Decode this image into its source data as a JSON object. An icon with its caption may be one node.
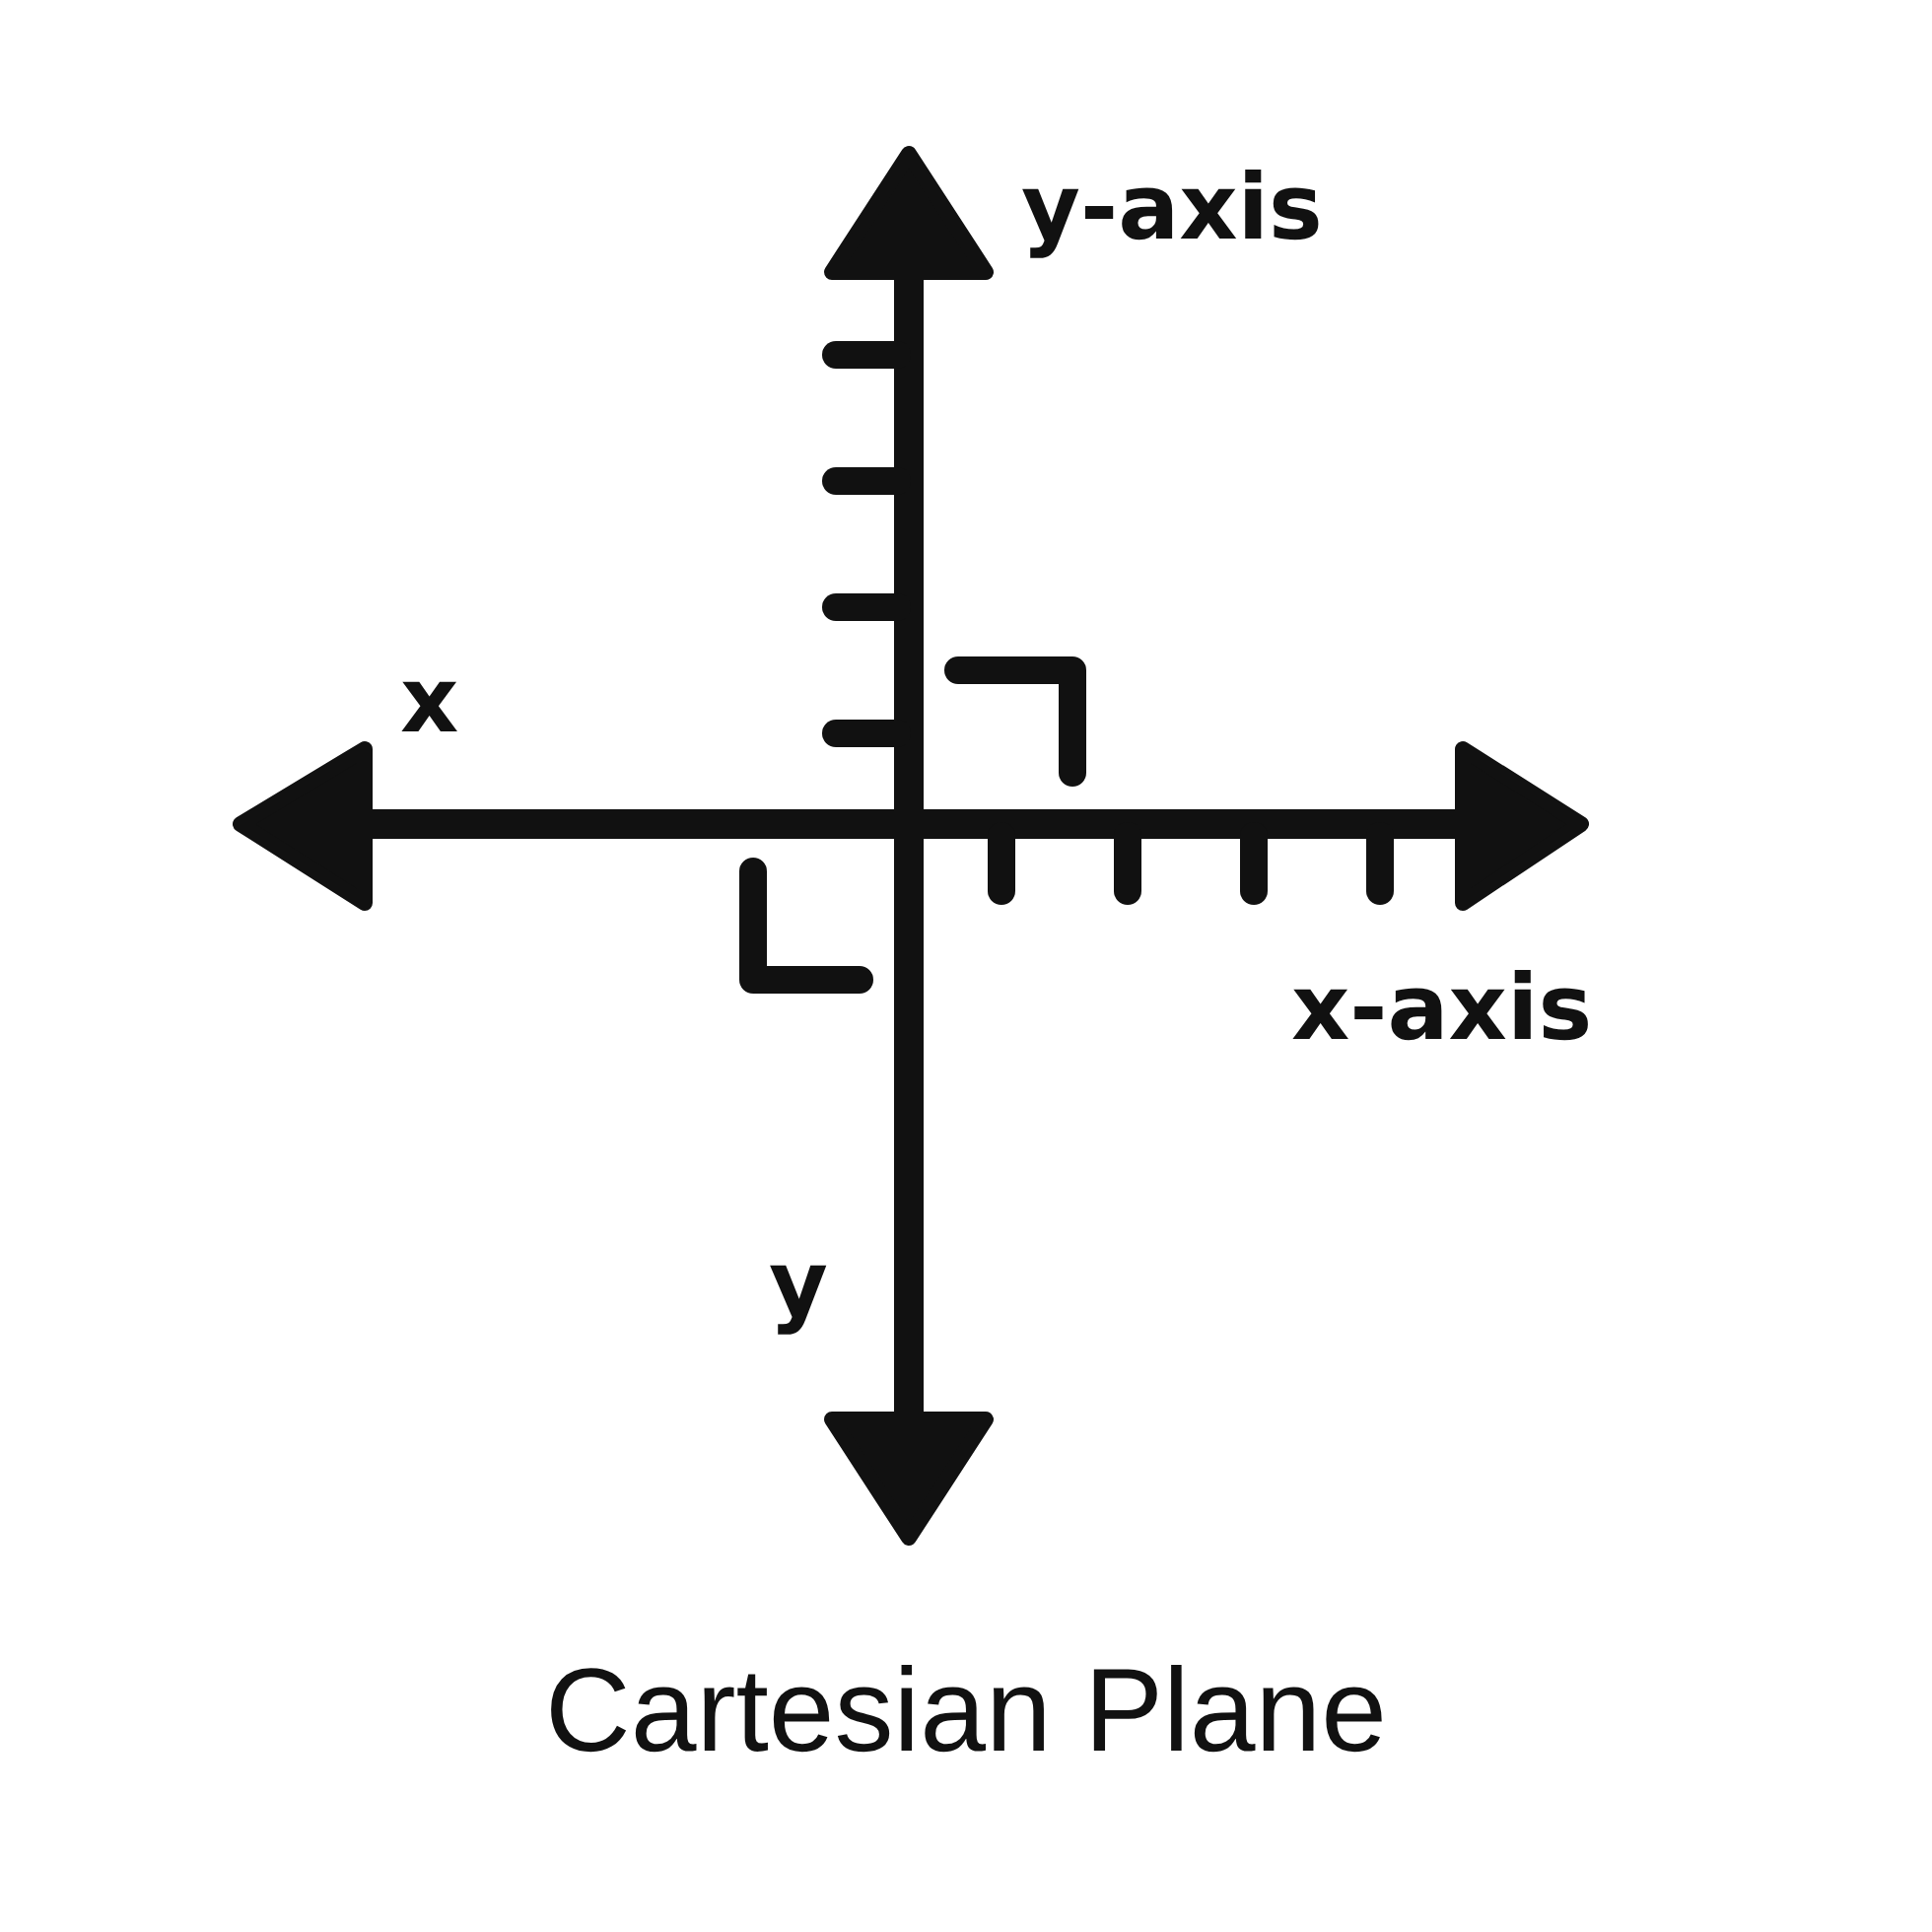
{
  "diagram": {
    "caption": "Cartesian Plane",
    "labels": [
      "y-axis",
      "x",
      "x-axis",
      "y"
    ]
  }
}
